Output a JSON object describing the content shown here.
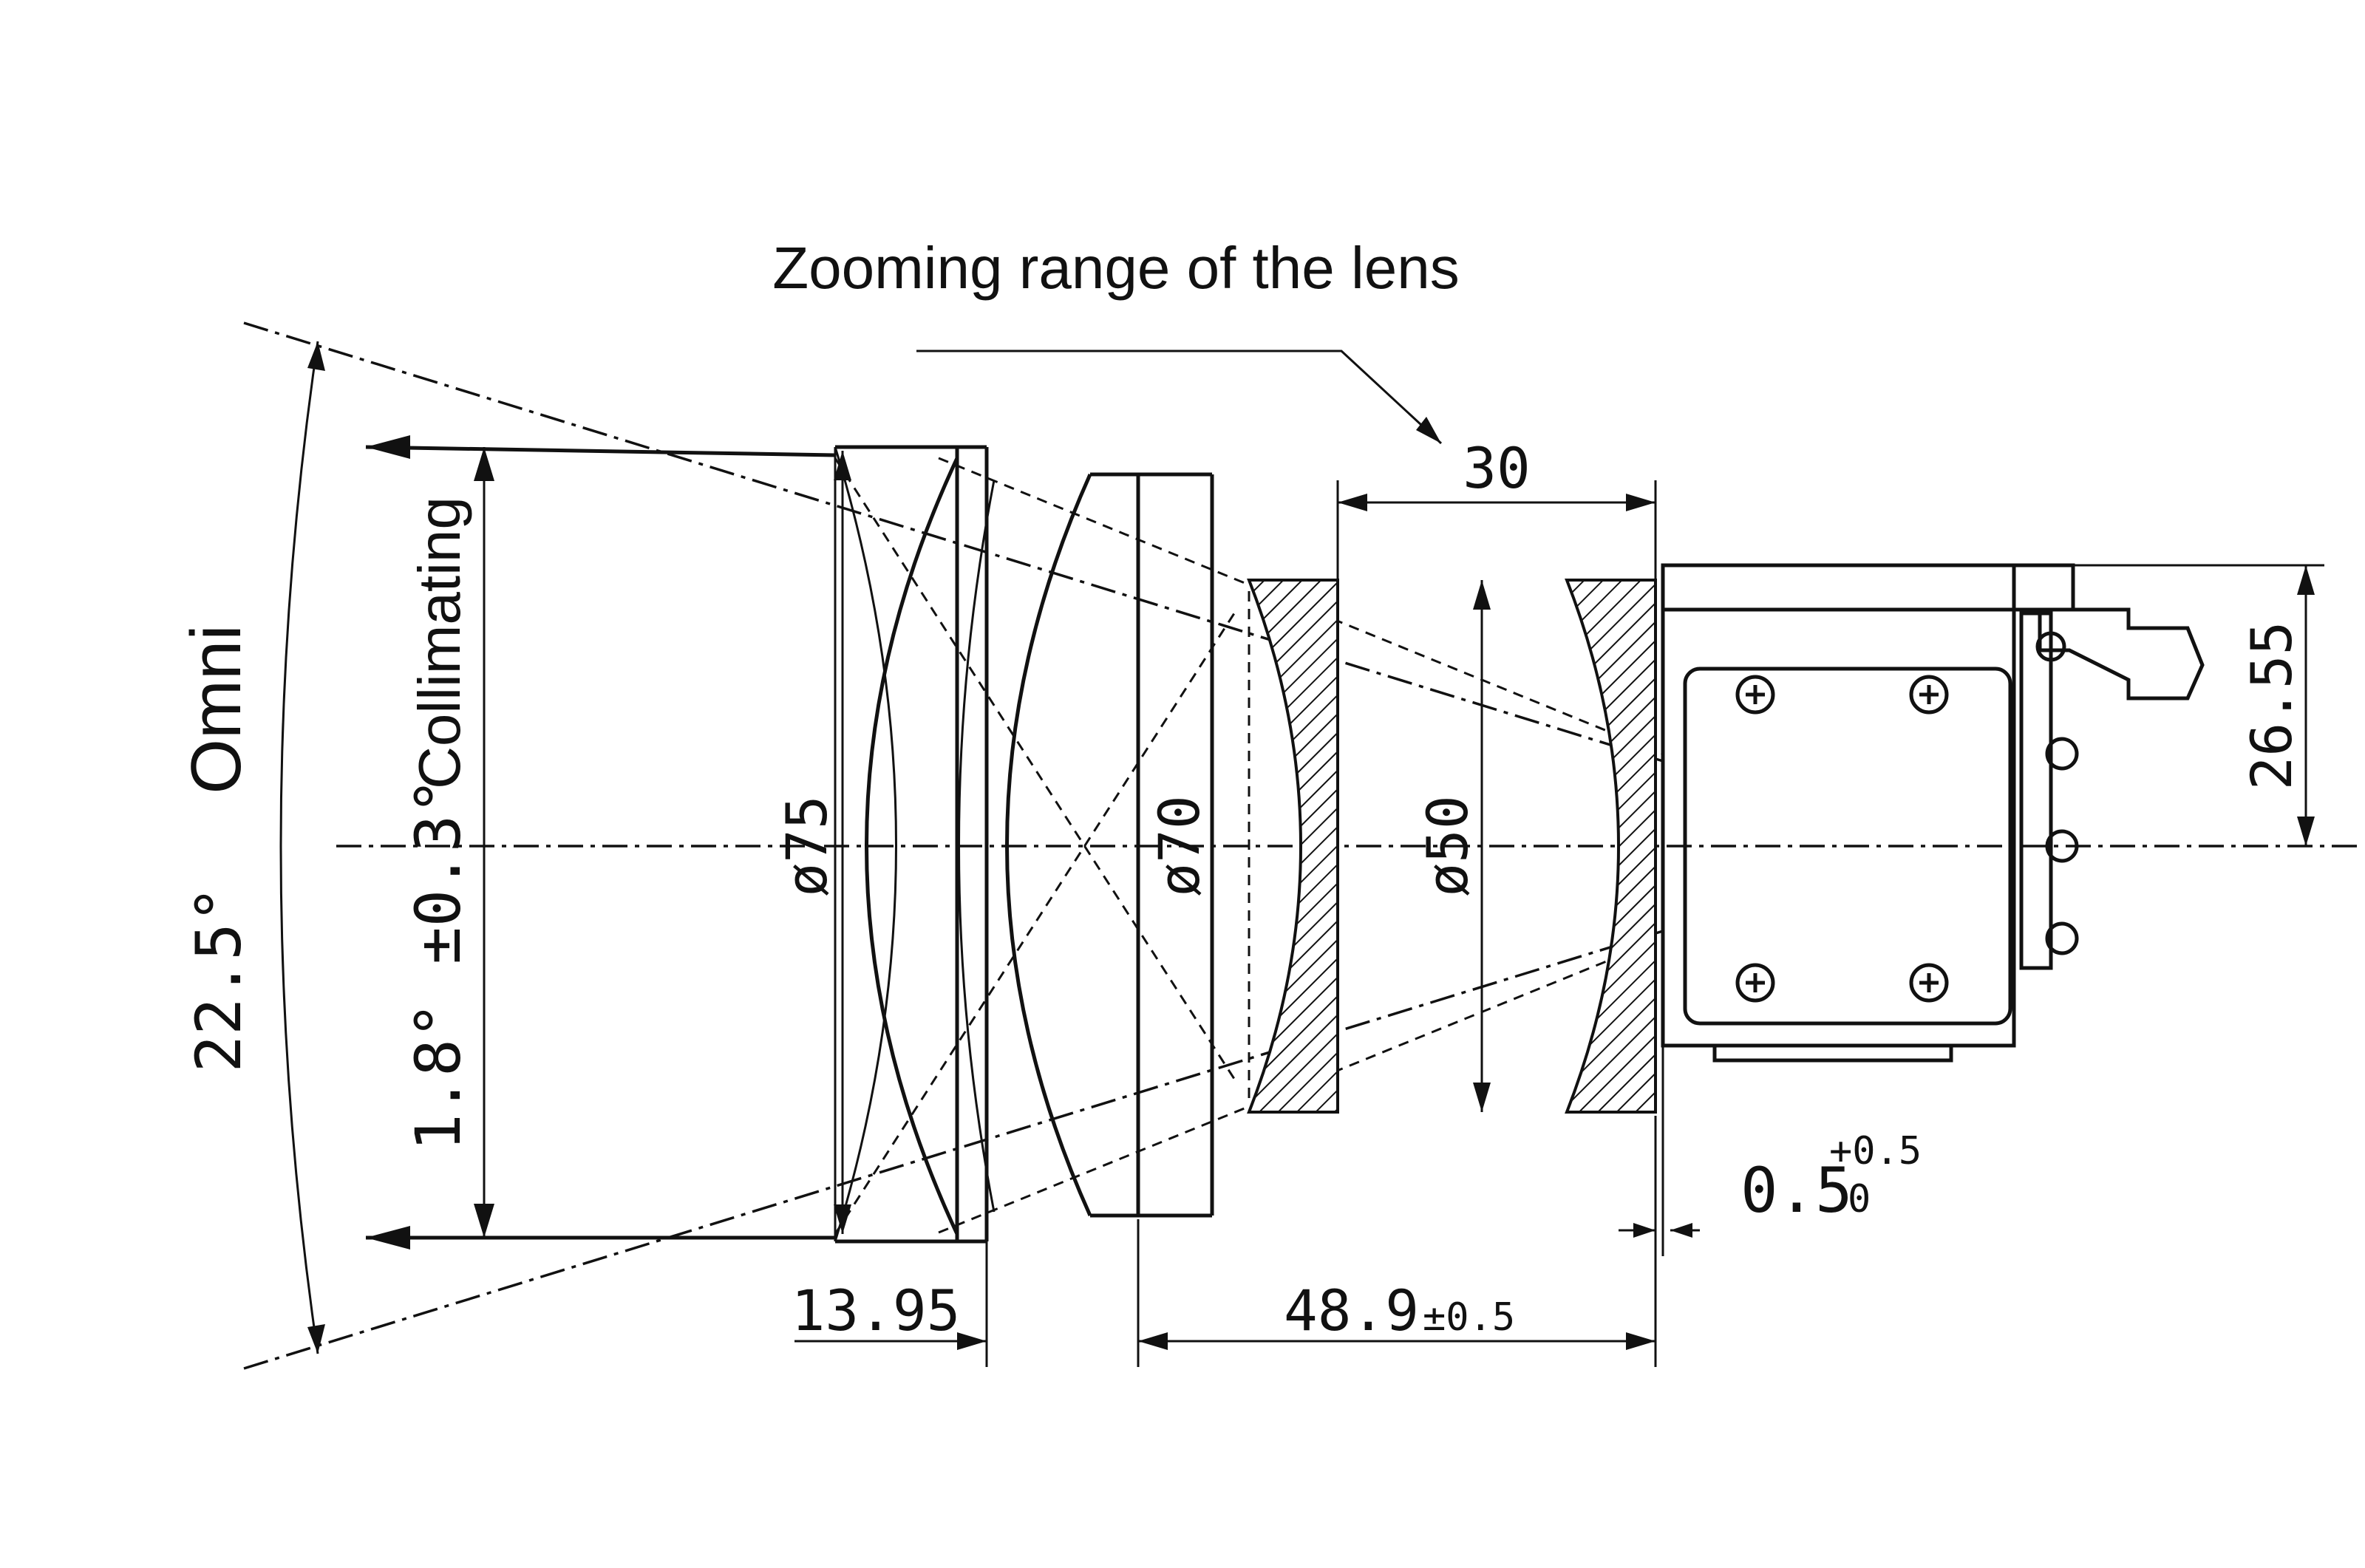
{
  "annotations": {
    "zoom_label": "Zooming range of the lens",
    "omni_label": "Omni",
    "omni_angle": "22.5°",
    "collimating_label": "Collimating",
    "collimating_angle": "1.8° ±0.3°"
  },
  "dimensions": {
    "d30": "30",
    "d26_55": "26.55",
    "d75": "ø75",
    "d70": "ø70",
    "d50": "ø50",
    "d13_95": "13.95",
    "d48_9": "48.9",
    "d48_9_tol": "±0.5",
    "d0_5": "0.5",
    "d0_5_upper": "+0.5",
    "d0_5_lower": "0"
  }
}
